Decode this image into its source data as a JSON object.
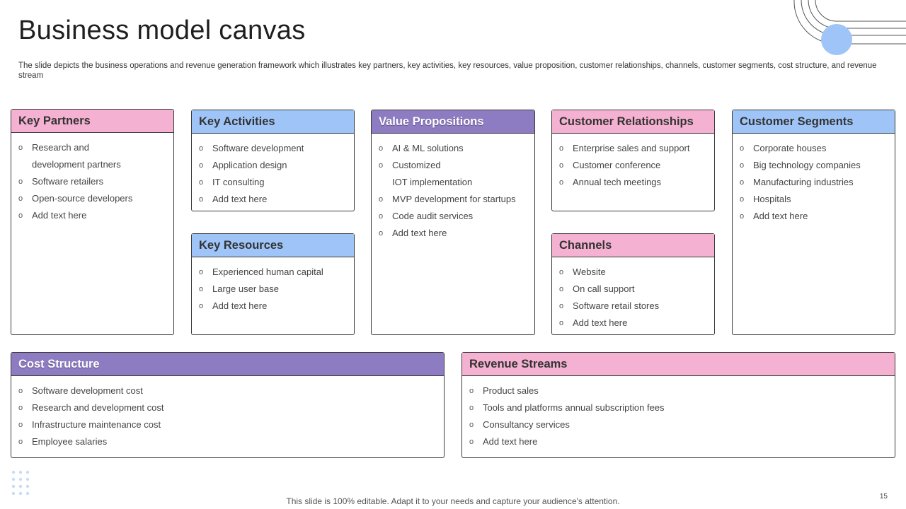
{
  "page": {
    "title": "Business model canvas",
    "subtitle": "The slide depicts the business operations and revenue generation framework which illustrates key partners, key activities, key resources, value proposition, customer relationships, channels, customer segments, cost structure, and revenue stream",
    "footer": "This slide is 100% editable. Adapt it to your needs and capture your audience's attention.",
    "page_number": "15"
  },
  "colors": {
    "pink": "#f4b1d2",
    "blue": "#9fc5f8",
    "purple": "#8e7cc3",
    "border": "#3a3a3a"
  },
  "cards": {
    "key_partners": {
      "title": "Key Partners",
      "items": [
        "Research and",
        "development  partners",
        "Software  retailers",
        "Open-source  developers",
        "Add text here"
      ]
    },
    "key_activities": {
      "title": "Key Activities",
      "items": [
        "Software  development",
        "Application  design",
        "IT  consulting",
        "Add text here"
      ]
    },
    "key_resources": {
      "title": "Key Resources",
      "items": [
        "Experienced  human capital",
        "Large  user base",
        "Add text here"
      ]
    },
    "value_propositions": {
      "title": "Value Propositions",
      "items": [
        "AI & ML solutions",
        "Customized",
        "IOT  implementation",
        "MVP development  for startups",
        "Code  audit  services",
        "Add text here"
      ]
    },
    "customer_relationships": {
      "title": "Customer Relationships",
      "items": [
        "Enterprise  sales and support",
        "Customer  conference",
        "Annual  tech meetings"
      ]
    },
    "channels": {
      "title": "Channels",
      "items": [
        "Website",
        "On call  support",
        "Software  retail stores",
        "Add text here"
      ]
    },
    "customer_segments": {
      "title": "Customer Segments",
      "items": [
        "Corporate  houses",
        "Big technology  companies",
        "Manufacturing  industries",
        "Hospitals",
        "Add text here"
      ]
    },
    "cost_structure": {
      "title": "Cost Structure",
      "items": [
        "Software  development  cost",
        "Research  and development  cost",
        "Infrastructure  maintenance cost",
        "Employee  salaries"
      ]
    },
    "revenue_streams": {
      "title": "Revenue Streams",
      "items": [
        "Product  sales",
        "Tools  and platforms  annual subscription  fees",
        "Consultancy  services",
        "Add text here"
      ]
    }
  }
}
